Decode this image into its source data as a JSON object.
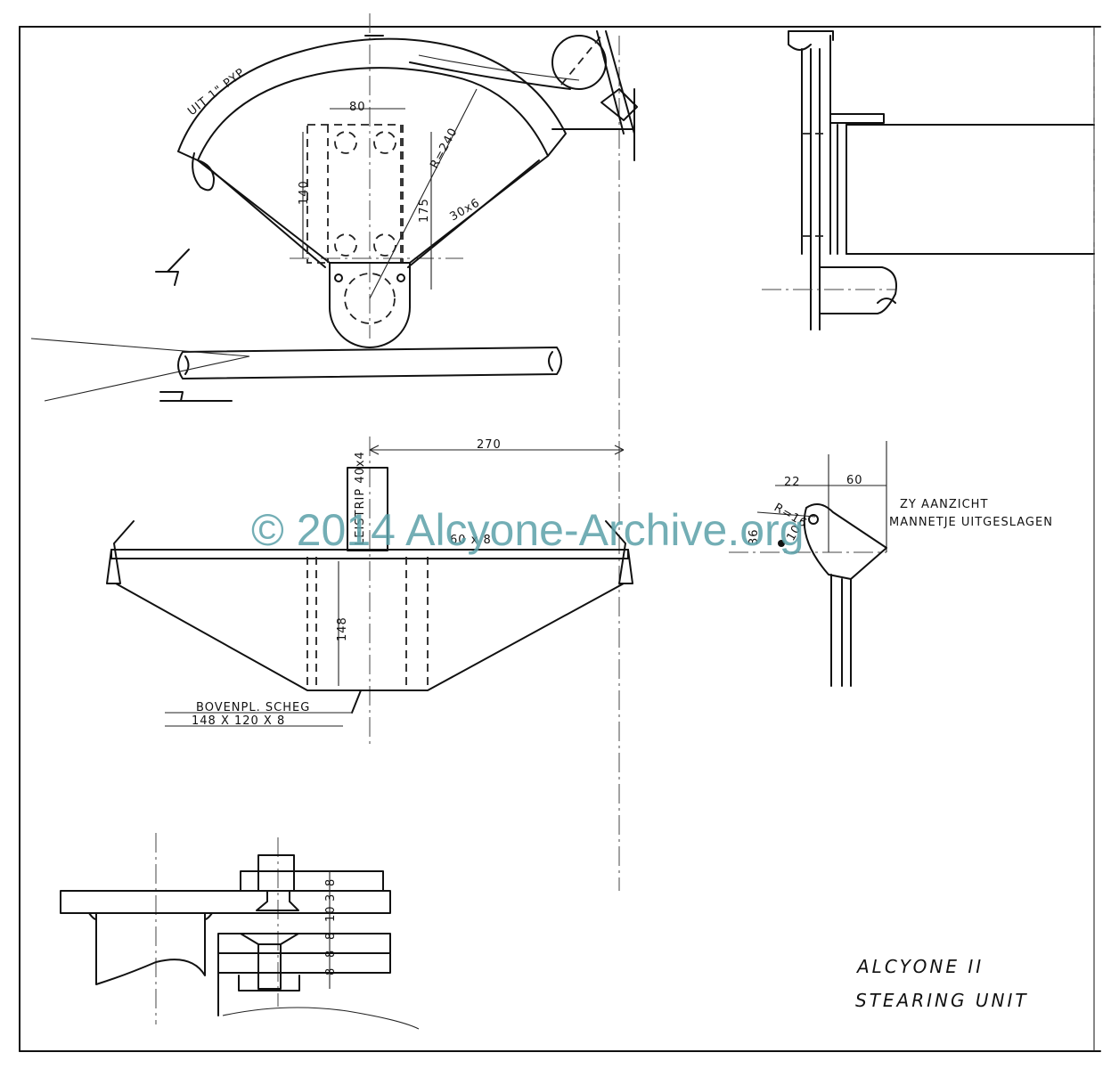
{
  "drawing": {
    "title_line1": "ALCYONE II",
    "title_line2": "STEARING UNIT",
    "watermark": "© 2014 Alcyone-Archive.org"
  },
  "quadrant_view": {
    "pipe_label": "UIT 1\" PYP",
    "dim_width": "80",
    "dim_height": "140",
    "dim_radius": "R=240",
    "dim_depth": "175",
    "strip_label": "30x6"
  },
  "tiller_view": {
    "dim_length": "270",
    "strip_label": "LEISTRIP 40x4",
    "bar_label": "60 x 8",
    "dim_depth": "148",
    "plate_label_1": "BOVENPL. SCHEG",
    "plate_label_2": "148 X 120 X 8"
  },
  "side_detail": {
    "label_line1": "ZY AANZICHT",
    "label_line2": "MANNETJE UITGESLAGEN",
    "dim_a": "22",
    "dim_b": "60",
    "dim_r": "R=16",
    "dim_c": "36",
    "dim_d": "10"
  },
  "bolt_detail": {
    "dims_upper": [
      "8",
      "3",
      "10",
      "8"
    ],
    "dims_lower": [
      "8",
      "8"
    ]
  },
  "colors": {
    "ink": "#111111",
    "paper": "#ffffff",
    "watermark": "#5aa0a8"
  }
}
